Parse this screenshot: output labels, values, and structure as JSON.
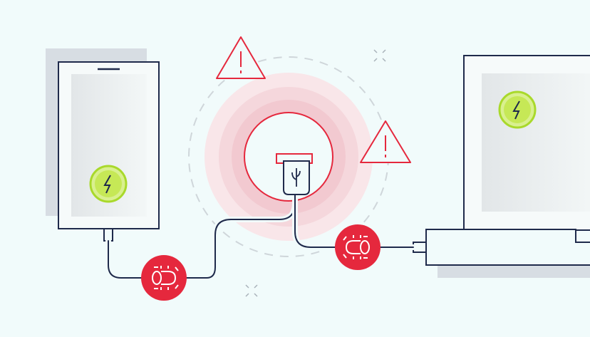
{
  "colors": {
    "background": "#f1fbfb",
    "outline": "#1f2a4b",
    "alert": "#e5283d",
    "charge": "#a9d92b",
    "shadow": "#d7dde3",
    "halo": "#f3c9cf"
  },
  "icons": [
    "phone",
    "laptop",
    "usb-plug",
    "bug",
    "warning-triangle",
    "lightning-bolt",
    "sparkle"
  ]
}
